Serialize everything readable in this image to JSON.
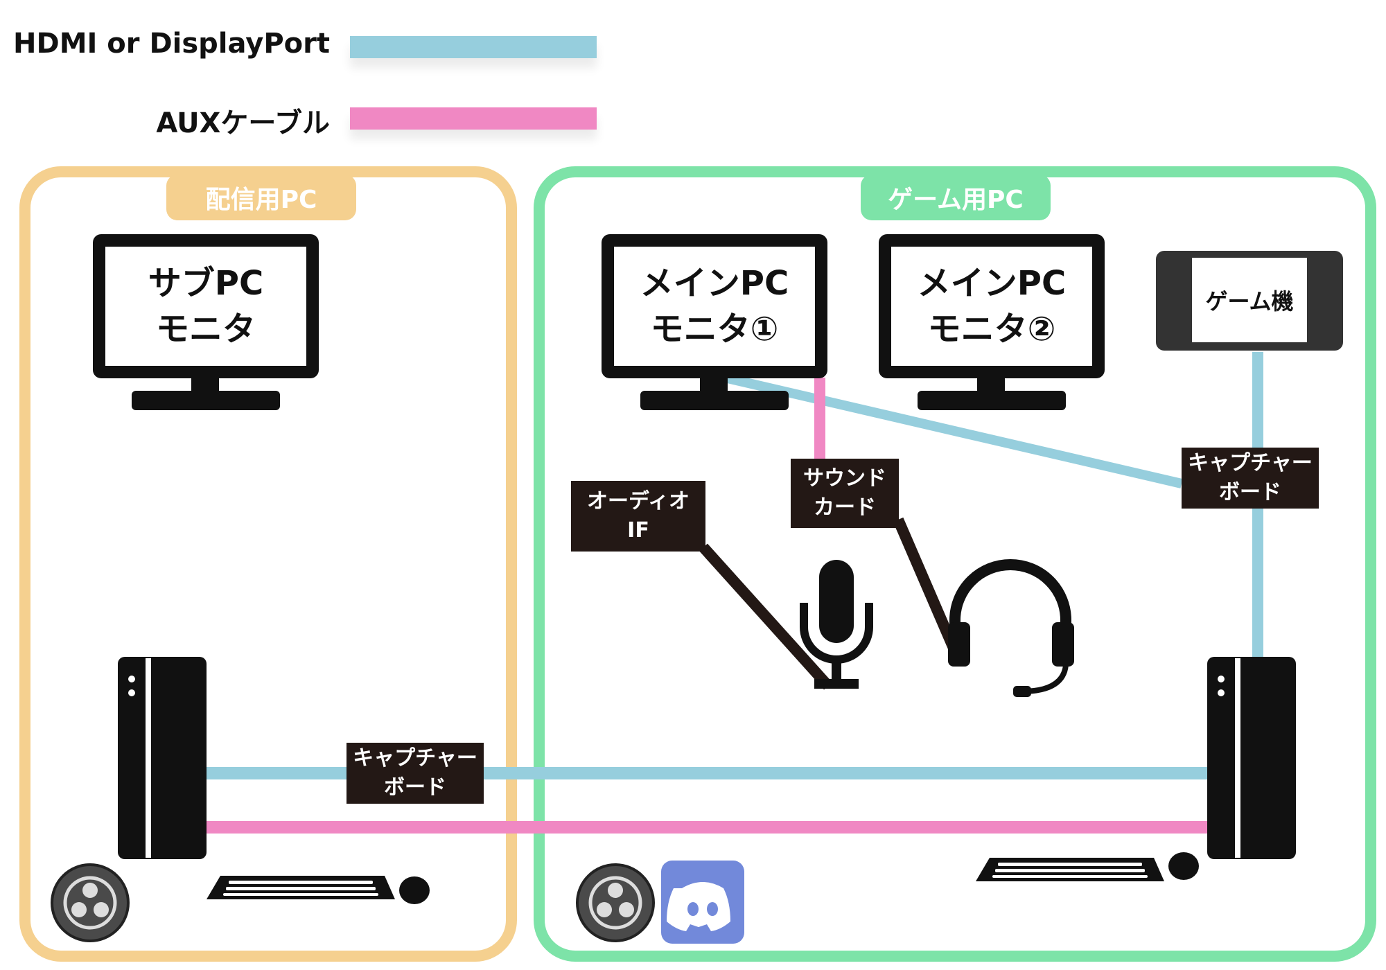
{
  "legend": {
    "hdmi_label": "HDMI or DisplayPort",
    "aux_label": "AUXケーブル",
    "hdmi_color": "#96cedd",
    "aux_color": "#f088c3"
  },
  "groups": {
    "stream": {
      "label": "配信用PC",
      "color": "#f5d08f"
    },
    "game": {
      "label": "ゲーム用PC",
      "color": "#7de3a8"
    }
  },
  "monitors": {
    "sub": {
      "line1": "サブPC",
      "line2": "モニタ"
    },
    "main1": {
      "line1": "メインPC",
      "line2": "モニタ①"
    },
    "main2": {
      "line1": "メインPC",
      "line2": "モニタ②"
    }
  },
  "console": {
    "label": "ゲーム機"
  },
  "boxes": {
    "capture_top": {
      "line1": "キャプチャー",
      "line2": "ボード"
    },
    "capture_bottom": {
      "line1": "キャプチャー",
      "line2": "ボード"
    },
    "sound_card": {
      "line1": "サウンド",
      "line2": "カード"
    },
    "audio_if": {
      "line1": "オーディオ",
      "line2": "IF"
    }
  },
  "icons": {
    "obs": "obs-icon",
    "discord": "discord-icon",
    "discord_color": "#7289da",
    "mic": "microphone-icon",
    "headset": "headset-icon"
  }
}
